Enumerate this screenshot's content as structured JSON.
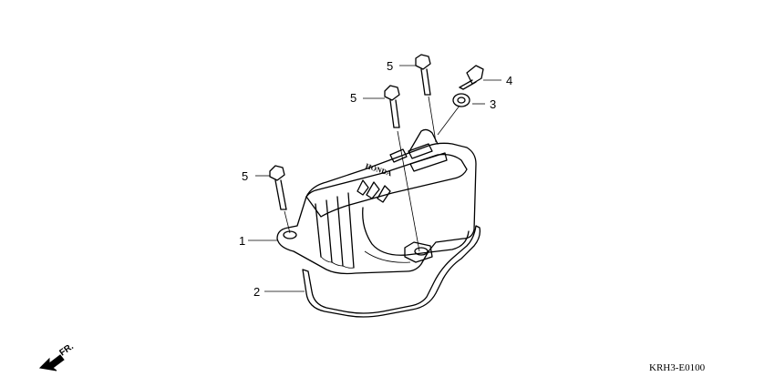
{
  "callouts": {
    "cover": "1",
    "gasket": "2",
    "washer": "3",
    "bolt_small": "4",
    "bolt_top": "5",
    "bolt_mid": "5",
    "bolt_left": "5"
  },
  "diagram_code": "KRH3-E0100",
  "direction": "FR.",
  "brand": "HONDA"
}
